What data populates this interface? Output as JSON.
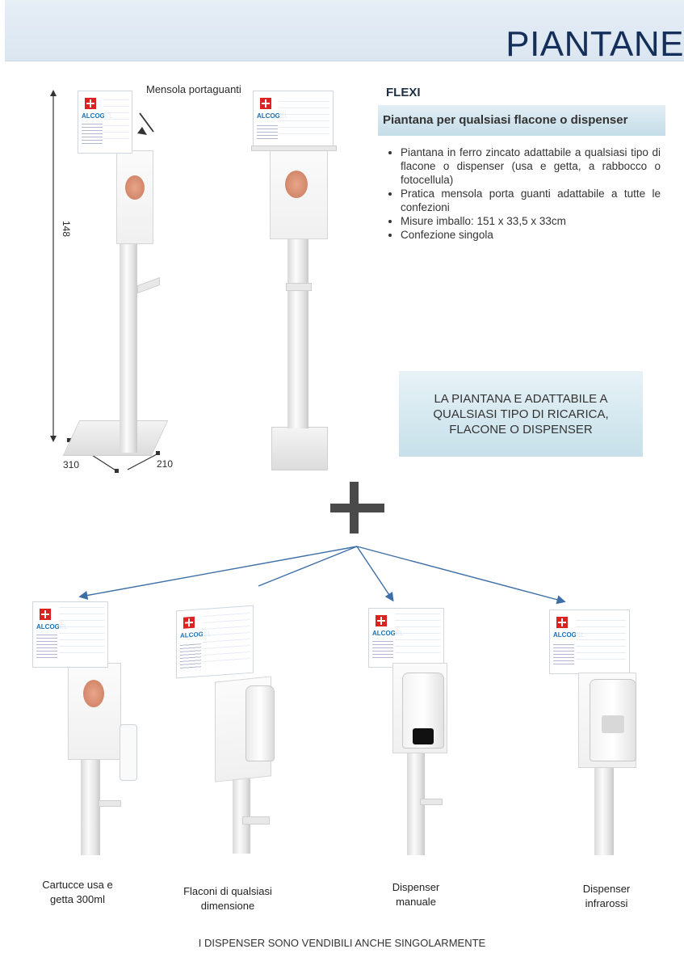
{
  "header": {
    "title": "PIANTANE"
  },
  "diagram": {
    "glove_shelf_label": "Mensola portaguanti",
    "height_label": "148",
    "width_label": "310",
    "depth_label": "210"
  },
  "product": {
    "name": "FLEXI",
    "subtitle": "Piantana per qualsiasi flacone o dispenser",
    "bullets": [
      "Piantana in ferro zincato adattabile a qualsiasi tipo di flacone o dispenser (usa e getta, a rabbocco o fotocellula)",
      "Pratica mensola porta guanti adattabile a tutte le confezioni",
      "Misure imballo: 151 x 33,5 x 33cm",
      "Confezione singola"
    ]
  },
  "callout": {
    "text": "LA PIANTANA E ADATTABILE A QUALSIASI TIPO DI RICARICA, FLACONE O DISPENSER"
  },
  "poster_brand": "ALCOGEL",
  "variants": [
    {
      "caption": "Cartucce usa e getta 300ml"
    },
    {
      "caption": "Flaconi di qualsiasi dimensione"
    },
    {
      "caption": "Dispenser manuale"
    },
    {
      "caption": "Dispenser infrarossi"
    }
  ],
  "footer": {
    "note": "I DISPENSER SONO VENDIBILI ANCHE SINGOLARMENTE"
  },
  "colors": {
    "header_title": "#14305a",
    "arrow": "#3d6fa6",
    "plus": "#4a4a4a",
    "callout_bg": "#cfe6ee"
  }
}
